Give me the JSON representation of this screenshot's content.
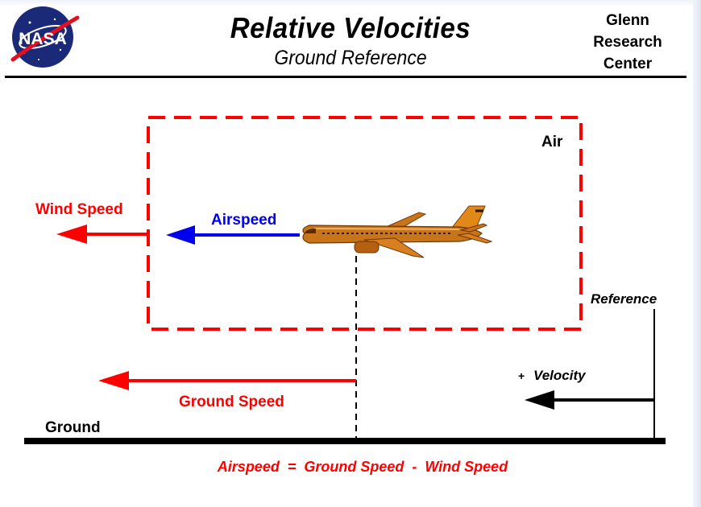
{
  "header": {
    "title": "Relative Velocities",
    "subtitle": "Ground Reference",
    "center_line1": "Glenn",
    "center_line2": "Research",
    "center_line3": "Center",
    "logo_text": "NASA"
  },
  "labels": {
    "air": "Air",
    "wind_speed": "Wind Speed",
    "airspeed": "Airspeed",
    "reference": "Reference",
    "plus": "+",
    "velocity": "Velocity",
    "ground_speed": "Ground Speed",
    "ground": "Ground",
    "equation": "Airspeed  =  Ground Speed  -  Wind Speed"
  },
  "colors": {
    "wind": "#ff0000",
    "airspeed": "#0000ee",
    "ground_speed": "#ff0000",
    "reference": "#000000",
    "aircraft": "#b8650f",
    "nasa_logo": "#1a2a78"
  }
}
